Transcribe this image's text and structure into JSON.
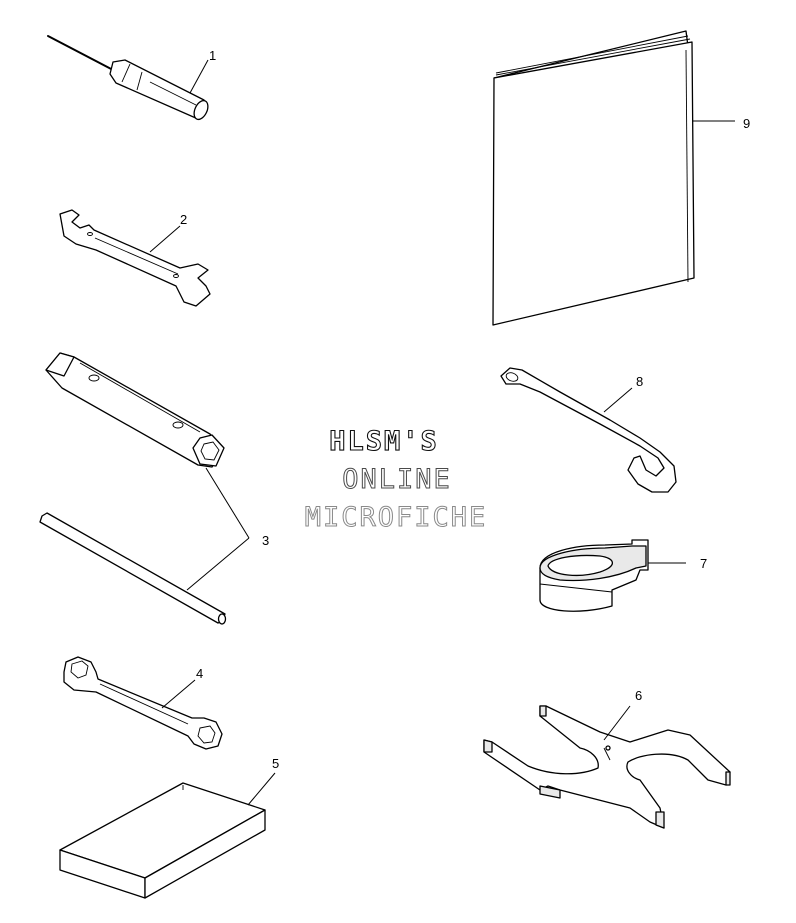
{
  "callouts": {
    "c1": "1",
    "c2": "2",
    "c3": "3",
    "c4": "4",
    "c5": "5",
    "c6": "6",
    "c7": "7",
    "c8": "8",
    "c9": "9"
  },
  "watermark": {
    "line1": "HLSM'S",
    "line2": "ONLINE",
    "line3": "MICROFICHE"
  },
  "colors": {
    "line": "#000000",
    "background": "#ffffff",
    "watermark_outline": "#4a4a4a"
  }
}
